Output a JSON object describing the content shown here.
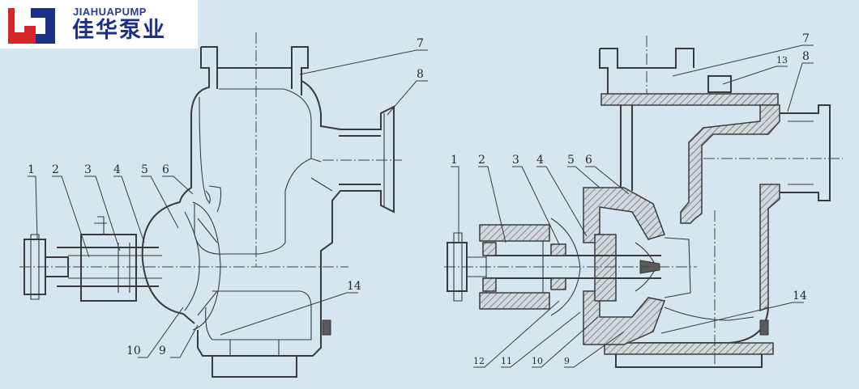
{
  "brand": {
    "name_en": "JIAHUAPUMP",
    "name_cn": "佳华泵业",
    "colors": {
      "red": "#d4252b",
      "blue": "#1b2f86",
      "background": "#d5e6ef"
    }
  },
  "diagram_left": {
    "labels": [
      "1",
      "2",
      "3",
      "4",
      "5",
      "6",
      "7",
      "8",
      "14",
      "10",
      "9"
    ]
  },
  "diagram_right": {
    "labels": [
      "1",
      "2",
      "3",
      "4",
      "5",
      "6",
      "7",
      "8",
      "13",
      "14",
      "12",
      "11",
      "10",
      "9"
    ]
  }
}
